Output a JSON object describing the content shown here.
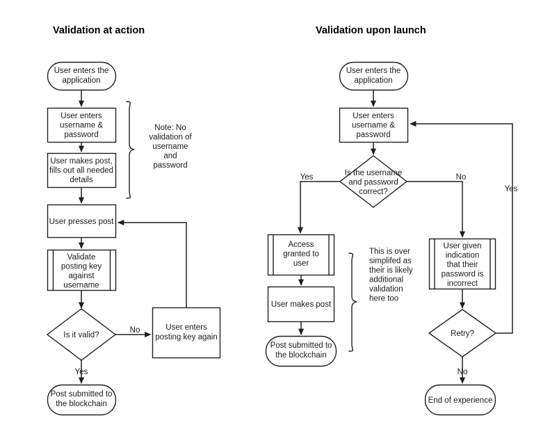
{
  "diagram": {
    "background_color": "#ffffff",
    "stroke_color": "#231f20",
    "text_color": "#1a1a1a"
  },
  "left_panel": {
    "title": "Validation at action",
    "nodes": {
      "start": {
        "lines": [
          "User enters the",
          "application"
        ]
      },
      "credentials": {
        "lines": [
          "User enters",
          "username &",
          "password"
        ]
      },
      "make_post": {
        "lines": [
          "User makes post,",
          "fills out all needed",
          "details"
        ]
      },
      "press_post": {
        "lines": [
          "User presses post"
        ]
      },
      "validate_key": {
        "lines": [
          "Validate",
          "posting key",
          "against",
          "username"
        ]
      },
      "is_valid": {
        "lines": [
          "Is it valid?"
        ]
      },
      "reenter_key": {
        "lines": [
          "User enters",
          "posting key again"
        ]
      },
      "submitted": {
        "lines": [
          "Post submitted to",
          "the blockchain"
        ]
      }
    },
    "edge_labels": {
      "valid_no": "No",
      "valid_yes": "Yes"
    },
    "note": {
      "lines": [
        "Note: No",
        "validation of",
        "username",
        "and",
        "password"
      ]
    }
  },
  "right_panel": {
    "title": "Validation upon launch",
    "nodes": {
      "start": {
        "lines": [
          "User enters the",
          "application"
        ]
      },
      "credentials": {
        "lines": [
          "User enters",
          "username &",
          "password"
        ]
      },
      "is_correct": {
        "lines": [
          "Is the username",
          "and password",
          "correct?"
        ]
      },
      "access_granted": {
        "lines": [
          "Access",
          "granted to",
          "user"
        ]
      },
      "make_post": {
        "lines": [
          "User makes post"
        ]
      },
      "submitted": {
        "lines": [
          "Post submitted to",
          "the blockchain"
        ]
      },
      "indication": {
        "lines": [
          "User given",
          "indication",
          "that their",
          "password is",
          "incorrect"
        ]
      },
      "retry": {
        "lines": [
          "Retry?"
        ]
      },
      "end": {
        "lines": [
          "End of experience"
        ]
      }
    },
    "edge_labels": {
      "correct_yes": "Yes",
      "correct_no": "No",
      "retry_yes": "Yes",
      "retry_no": "No"
    },
    "note": {
      "lines": [
        "This is over",
        "simplifed as",
        "their is likely",
        "additional",
        "validation",
        "here too"
      ]
    }
  }
}
